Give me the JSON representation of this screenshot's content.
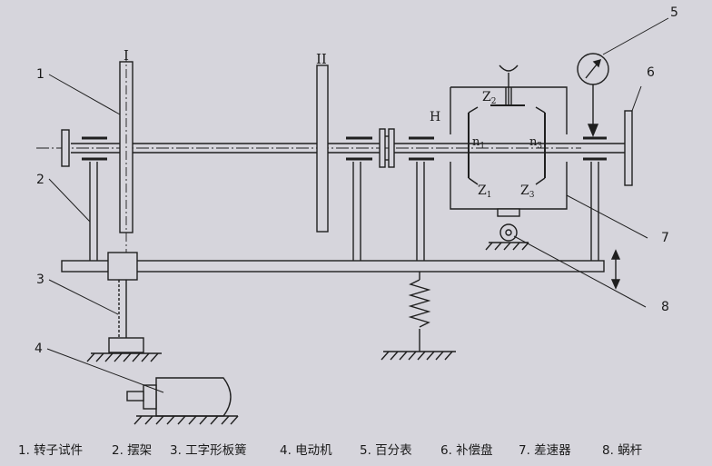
{
  "roman_labels": {
    "I": "I",
    "II": "II"
  },
  "callouts": {
    "n1": "1",
    "n2": "2",
    "n3": "3",
    "n4": "4",
    "n5": "5",
    "n6": "6",
    "n7": "7",
    "n8": "8"
  },
  "gear_labels": {
    "H": "H",
    "Z2": "Z",
    "Z2_sub": "2",
    "Z1": "Z",
    "Z1_sub": "1",
    "Z3": "Z",
    "Z3_sub": "3",
    "n1": "n",
    "n1_sub": "1",
    "n3": "n",
    "n3_sub": "3"
  },
  "legend": [
    "1. 转子试件",
    "2. 摆架",
    "3. 工字形板簧",
    "4. 电动机",
    "5. 百分表",
    "6. 补偿盘",
    "7. 差速器",
    "8. 蜗杆"
  ]
}
